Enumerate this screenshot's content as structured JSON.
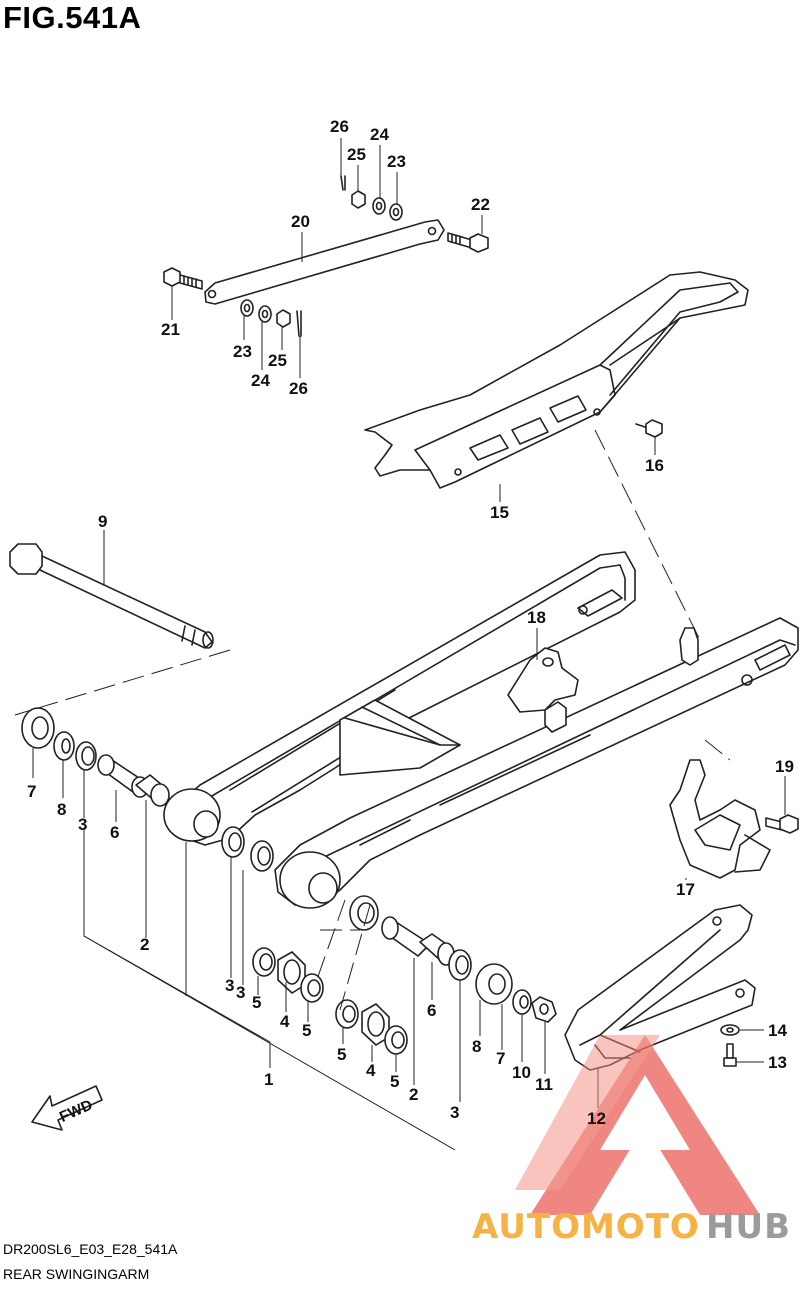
{
  "figure": {
    "title": "FIG.541A",
    "code": "DR200SL6_E03_E28_541A",
    "name": "REAR SWINGINGARM"
  },
  "direction_label": "FWD",
  "watermark": {
    "part1": "AUTOMOTO",
    "part2": "HUB",
    "colors": {
      "red": "#e8413a",
      "orange": "#f5a623",
      "gray": "#8a8a8a"
    }
  },
  "callouts": [
    {
      "id": "c26a",
      "text": "26"
    },
    {
      "id": "c24a",
      "text": "24"
    },
    {
      "id": "c25a",
      "text": "25"
    },
    {
      "id": "c23a",
      "text": "23"
    },
    {
      "id": "c22",
      "text": "22"
    },
    {
      "id": "c20",
      "text": "20"
    },
    {
      "id": "c21",
      "text": "21"
    },
    {
      "id": "c23b",
      "text": "23"
    },
    {
      "id": "c25b",
      "text": "25"
    },
    {
      "id": "c24b",
      "text": "24"
    },
    {
      "id": "c26b",
      "text": "26"
    },
    {
      "id": "c16",
      "text": "16"
    },
    {
      "id": "c15",
      "text": "15"
    },
    {
      "id": "c9",
      "text": "9"
    },
    {
      "id": "c18",
      "text": "18"
    },
    {
      "id": "c19",
      "text": "19"
    },
    {
      "id": "c7a",
      "text": "7"
    },
    {
      "id": "c8a",
      "text": "8"
    },
    {
      "id": "c3a",
      "text": "3"
    },
    {
      "id": "c6a",
      "text": "6"
    },
    {
      "id": "c17",
      "text": "17"
    },
    {
      "id": "c2a",
      "text": "2"
    },
    {
      "id": "c3b",
      "text": "3"
    },
    {
      "id": "c3c",
      "text": "3"
    },
    {
      "id": "c5a",
      "text": "5"
    },
    {
      "id": "c4a",
      "text": "4"
    },
    {
      "id": "c5b",
      "text": "5"
    },
    {
      "id": "c6b",
      "text": "6"
    },
    {
      "id": "c14",
      "text": "14"
    },
    {
      "id": "c8b",
      "text": "8"
    },
    {
      "id": "c7b",
      "text": "7"
    },
    {
      "id": "c5c",
      "text": "5"
    },
    {
      "id": "c4b",
      "text": "4"
    },
    {
      "id": "c13",
      "text": "13"
    },
    {
      "id": "c10",
      "text": "10"
    },
    {
      "id": "c11",
      "text": "11"
    },
    {
      "id": "c1",
      "text": "1"
    },
    {
      "id": "c5d",
      "text": "5"
    },
    {
      "id": "c2b",
      "text": "2"
    },
    {
      "id": "c12",
      "text": "12"
    },
    {
      "id": "c3d",
      "text": "3"
    }
  ]
}
